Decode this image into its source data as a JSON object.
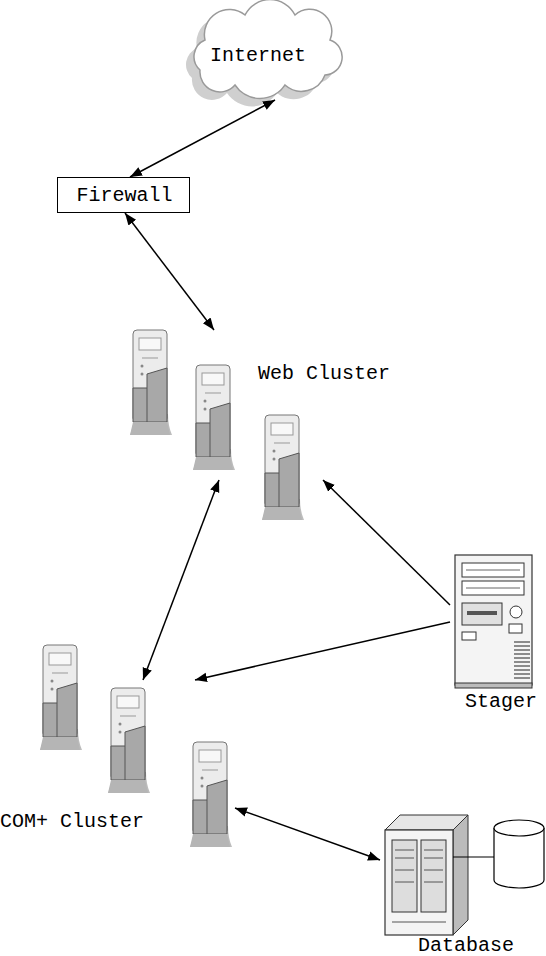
{
  "diagram": {
    "nodes": [
      {
        "text": [
          "Internet"
        ]
      },
      {
        "text": [
          "Firewall"
        ]
      },
      {
        "text": [
          "Web Cluster"
        ]
      },
      {
        "text": [
          "Stager"
        ]
      },
      {
        "text": [
          "COM+ Cluster"
        ]
      },
      {
        "text": [
          "Database"
        ]
      }
    ],
    "edges": [
      {
        "from": 0,
        "to": 1,
        "arrow": "both"
      },
      {
        "from": 1,
        "to": 2,
        "arrow": "both"
      },
      {
        "from": 2,
        "to": 4,
        "arrow": "both"
      },
      {
        "from": 3,
        "to": 2,
        "arrow": "to"
      },
      {
        "from": 3,
        "to": 4,
        "arrow": "to"
      },
      {
        "from": 4,
        "to": 5,
        "arrow": "both"
      }
    ]
  }
}
